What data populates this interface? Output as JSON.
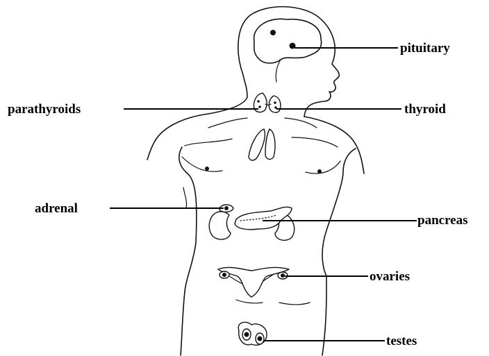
{
  "labels": {
    "pituitary": "pituitary",
    "parathyroids": "parathyroids",
    "thyroid": "thyroid",
    "adrenal": "adrenal",
    "pancreas": "pancreas",
    "ovaries": "ovaries",
    "testes": "testes"
  },
  "colors": {
    "ink": "#111111",
    "background": "#ffffff"
  }
}
